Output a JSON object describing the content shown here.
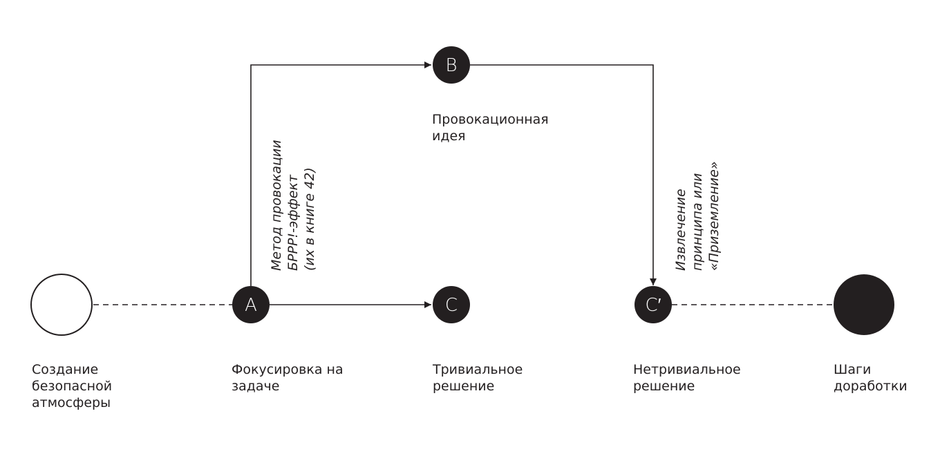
{
  "colors": {
    "ink": "#231f20",
    "background": "#ffffff",
    "node_text": "#ffffff"
  },
  "nodes": {
    "a": {
      "letter": "A",
      "label": "Фокусировка на\nзадаче"
    },
    "b": {
      "letter": "B",
      "label": "Провокационная\nидея"
    },
    "c": {
      "letter": "C",
      "label": "Тривиальное\nрешение"
    },
    "c_prime": {
      "letter": "C′",
      "label": "Нетривиальное\nрешение"
    }
  },
  "start": {
    "label": "Создание\nбезопасной\nатмосферы"
  },
  "finish": {
    "label": "Шаги\nдоработки"
  },
  "edges": {
    "a_to_b": {
      "label": "Метод провокации\nБРРР!-эффект\n(их в книге 42)"
    },
    "b_to_c_prime": {
      "label": "Извлечение\nпринципа или\n«Приземление»"
    }
  }
}
